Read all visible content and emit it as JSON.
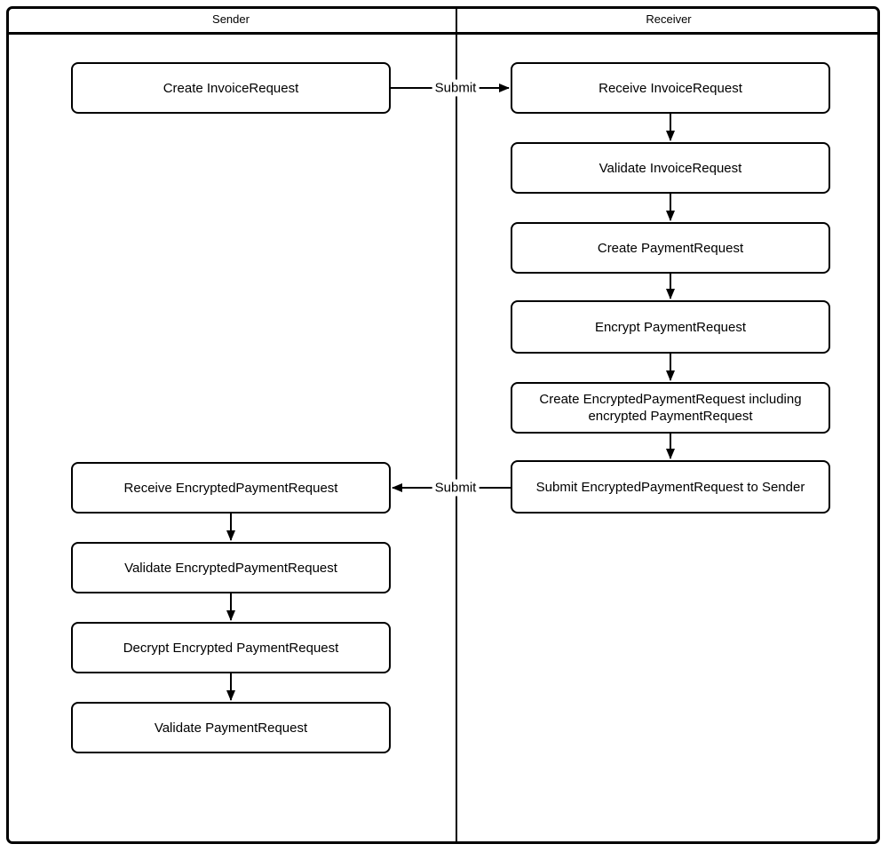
{
  "diagram": {
    "type": "flowchart-swimlane",
    "colors": {
      "line": "#000000",
      "fill": "#ffffff",
      "text": "#000000"
    },
    "lanes": [
      {
        "label": "Sender"
      },
      {
        "label": "Receiver"
      }
    ],
    "nodes": [
      {
        "id": "create-invoice",
        "lane": "Sender",
        "label": "Create InvoiceRequest"
      },
      {
        "id": "receive-invoice",
        "lane": "Receiver",
        "label": "Receive InvoiceRequest"
      },
      {
        "id": "validate-invoice",
        "lane": "Receiver",
        "label": "Validate InvoiceRequest"
      },
      {
        "id": "create-payment",
        "lane": "Receiver",
        "label": "Create PaymentRequest"
      },
      {
        "id": "encrypt-payment",
        "lane": "Receiver",
        "label": "Encrypt PaymentRequest"
      },
      {
        "id": "create-encrypted",
        "lane": "Receiver",
        "label": "Create EncryptedPaymentRequest including encrypted PaymentRequest"
      },
      {
        "id": "submit-encrypted",
        "lane": "Receiver",
        "label": "Submit EncryptedPaymentRequest to Sender"
      },
      {
        "id": "receive-encrypted",
        "lane": "Sender",
        "label": "Receive EncryptedPaymentRequest"
      },
      {
        "id": "validate-encrypted",
        "lane": "Sender",
        "label": "Validate EncryptedPaymentRequest"
      },
      {
        "id": "decrypt-encrypted",
        "lane": "Sender",
        "label": "Decrypt Encrypted PaymentRequest"
      },
      {
        "id": "validate-payment",
        "lane": "Sender",
        "label": "Validate PaymentRequest"
      }
    ],
    "edges": [
      {
        "from": "create-invoice",
        "to": "receive-invoice",
        "label": "Submit"
      },
      {
        "from": "submit-encrypted",
        "to": "receive-encrypted",
        "label": "Submit"
      }
    ]
  }
}
